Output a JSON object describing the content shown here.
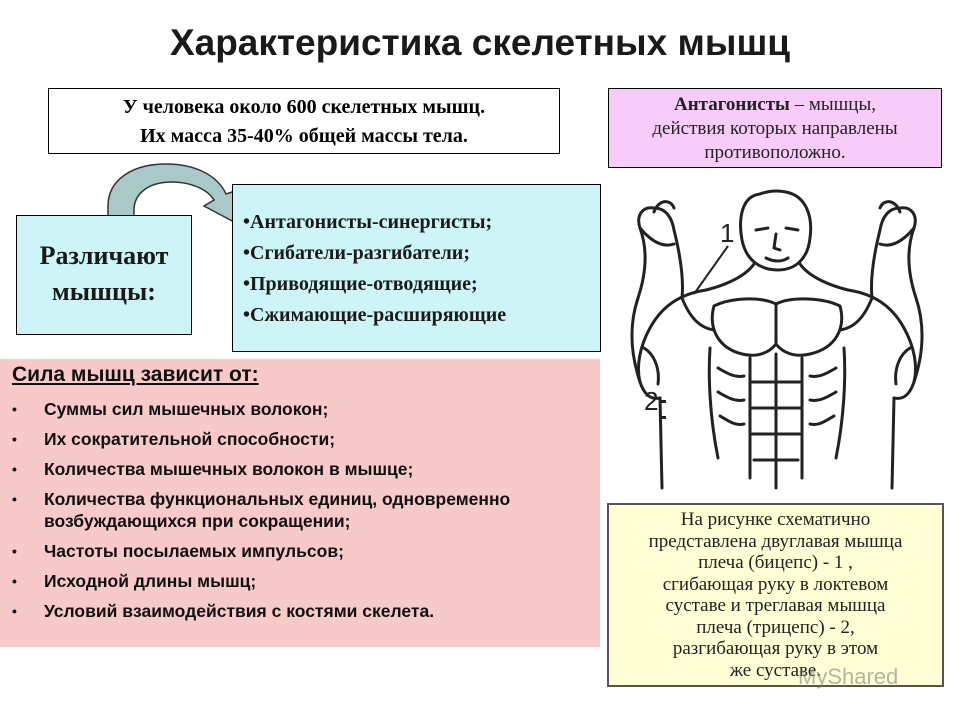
{
  "title": "Характеристика скелетных мышц",
  "fact": {
    "line1": "У человека около 600 скелетных мышц.",
    "line2": "Их масса 35-40% общей массы тела."
  },
  "antagonists": {
    "term": "Антагонисты",
    "rest_line1": " – мышцы,",
    "line2": "действия которых направлены",
    "line3": "противоположно."
  },
  "distinguish": {
    "line1": "Различают",
    "line2": "мышцы:"
  },
  "types": [
    "•Антагонисты-синергисты;",
    "•Сгибатели-разгибатели;",
    "•Приводящие-отводящие;",
    "•Сжимающие-расширяющие"
  ],
  "strength": {
    "heading": "Сила мышц зависит от:",
    "items": [
      "Суммы сил мышечных волокон;",
      "Их сократительной способности;",
      "Количества мышечных волокон в мышце;",
      "Количества функциональных единиц, одновременно возбуждающихся при сокращении;",
      "Частоты посылаемых импульсов;",
      "Исходной длины мышц;",
      "Условий взаимодействия с костями скелета."
    ]
  },
  "figure": {
    "label1": "1",
    "label2": "2"
  },
  "caption": {
    "line1": "На рисунке схематично",
    "line2": "представлена двуглавая мышца",
    "line3": "плеча (бицепс) - 1 ,",
    "line4": "сгибающая руку в локтевом",
    "line5": "суставе и трeглавая мышца",
    "line6": "плеча (трицепс) - 2,",
    "line7": "разгибающая руку в этом",
    "line8": "же суставе."
  },
  "watermark": "MyShared",
  "colors": {
    "fact_bg": "#ffffff",
    "antagonists_bg": "#f8ccf8",
    "distinguish_bg": "#cdf5f7",
    "strength_bg": "#f7c9c9",
    "caption_bg": "#fefed4",
    "arrow": "#a9c8c8"
  }
}
